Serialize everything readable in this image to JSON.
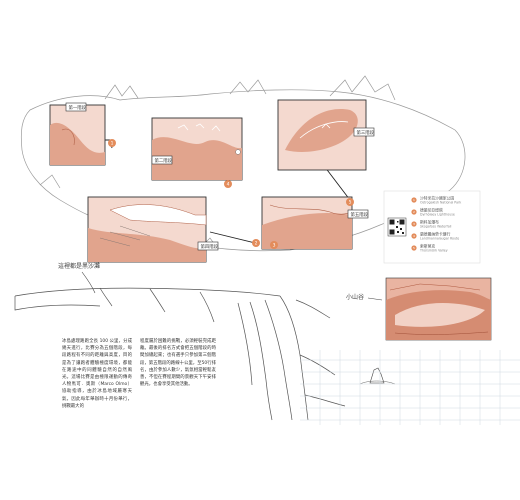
{
  "stage_tags": [
    {
      "label": "第一階段",
      "number": "1"
    },
    {
      "label": "第二階段",
      "number": "2"
    },
    {
      "label": "第三階段",
      "number": "3"
    },
    {
      "label": "第四階段",
      "number": "4"
    },
    {
      "label": "第五階段",
      "number": "5"
    }
  ],
  "legend": [
    {
      "number": "1",
      "zh": "沙特米拉沙國家公園",
      "en": "Ostrogakish National Park"
    },
    {
      "number": "2",
      "zh": "德蘭尼亞燈塔",
      "en": "Dyrhólaey Lighthouse"
    },
    {
      "number": "3",
      "zh": "斯科加瀑布",
      "en": "Skogafoss Waterfall"
    },
    {
      "number": "4",
      "zh": "蘭德曼納勞卡健行",
      "en": "Landmannalaugar Route"
    },
    {
      "number": "5",
      "zh": "索斯莫克",
      "en": "Thórsmörk Valley"
    }
  ],
  "annotations": {
    "black_sand": "這裡都是黑沙灘",
    "valley": "小山谷"
  },
  "body_text": {
    "col1": "冰島處理路跑全長 100 公里，分成幾天進行，比賽分為五個階段，每段路程有不同的距離與高度，目的是為了讓跑者體驗極度環境，都能在路途中的同體驗自然的自然風光。這場比賽是由極限運動的傳奇人物馬可．奧斯（Marco Olmo）協助指導，由於冰島地域嚴寒天氣，因此每年舉辦時十月份舉行，挑戰最大的",
    "col2": "程度屬於困難的挑戰，必須輕裝完成距離。最後的排名方式會把五個階段的時間加總起來；也有選手只參加第三個階段，第五階段的路線十公里，至50行排名，由於參加人數少，氣氛相當輕鬆友善，不但在賽程期間的景觀天下午安排觀光，也會享受其他活動。"
  },
  "qr": {
    "caption": ""
  }
}
